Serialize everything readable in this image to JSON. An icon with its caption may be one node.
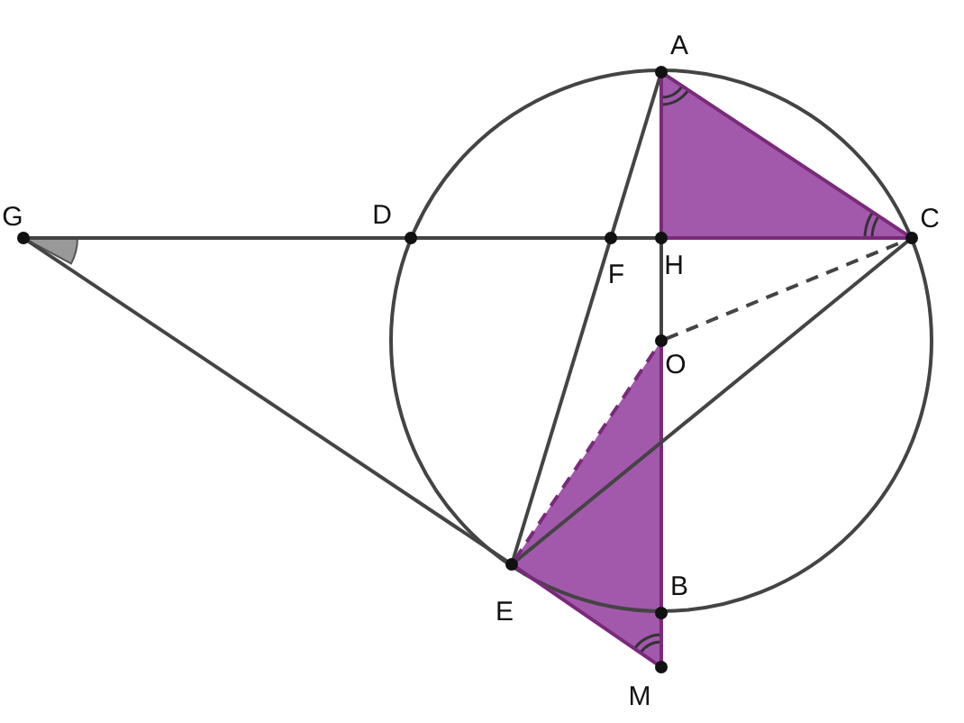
{
  "diagram": {
    "nodes": [
      {
        "text": [
          "A"
        ]
      },
      {
        "text": [
          "C"
        ]
      },
      {
        "text": [
          "G"
        ]
      },
      {
        "text": [
          "D"
        ]
      },
      {
        "text": [
          "F"
        ]
      },
      {
        "text": [
          "H"
        ]
      },
      {
        "text": [
          "O"
        ]
      },
      {
        "text": [
          "E"
        ]
      },
      {
        "text": [
          "B"
        ]
      },
      {
        "text": [
          "M"
        ]
      }
    ],
    "edges": [
      {
        "from": 2,
        "to": 3,
        "arrow": "none"
      },
      {
        "from": 3,
        "to": 4,
        "arrow": "none"
      },
      {
        "from": 4,
        "to": 5,
        "arrow": "none"
      },
      {
        "from": 5,
        "to": 1,
        "arrow": "none",
        "color": "#7a2a7a"
      },
      {
        "from": 0,
        "to": 4,
        "arrow": "none"
      },
      {
        "from": 4,
        "to": 7,
        "arrow": "none"
      },
      {
        "from": 0,
        "to": 5,
        "arrow": "none",
        "color": "#7a2a7a"
      },
      {
        "from": 5,
        "to": 6,
        "arrow": "none"
      },
      {
        "from": 6,
        "to": 8,
        "arrow": "none",
        "color": "#7a2a7a"
      },
      {
        "from": 8,
        "to": 9,
        "arrow": "none",
        "color": "#7a2a7a"
      },
      {
        "from": 0,
        "to": 1,
        "arrow": "none",
        "color": "#7a2a7a"
      },
      {
        "from": 2,
        "to": 7,
        "arrow": "none"
      },
      {
        "from": 7,
        "to": 1,
        "arrow": "none"
      },
      {
        "from": 6,
        "to": 1,
        "arrow": "none",
        "style": "dashed"
      },
      {
        "from": 7,
        "to": 6,
        "arrow": "none",
        "style": "dashed",
        "color": "#7a2a7a"
      },
      {
        "from": 7,
        "to": 9,
        "arrow": "none",
        "color": "#7a2a7a"
      }
    ]
  }
}
